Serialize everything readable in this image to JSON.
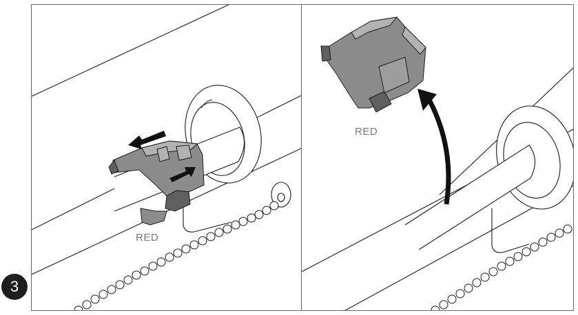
{
  "step": {
    "number": "3"
  },
  "panels": [
    {
      "id": "left",
      "callout": "RED",
      "arrows": [
        "slide-left-arrow",
        "slide-right-arrow"
      ]
    },
    {
      "id": "right",
      "callout": "RED",
      "arrows": [
        "lift-up-arrow"
      ]
    }
  ],
  "colors": {
    "line": "#1a1a1a",
    "part_fill": "#8c8c8c",
    "part_dark": "#5f5f5f",
    "part_light": "#b3b3b3",
    "arrow": "#111111",
    "callout_text": "#7a7a7a",
    "badge": "#1e1e1e"
  }
}
